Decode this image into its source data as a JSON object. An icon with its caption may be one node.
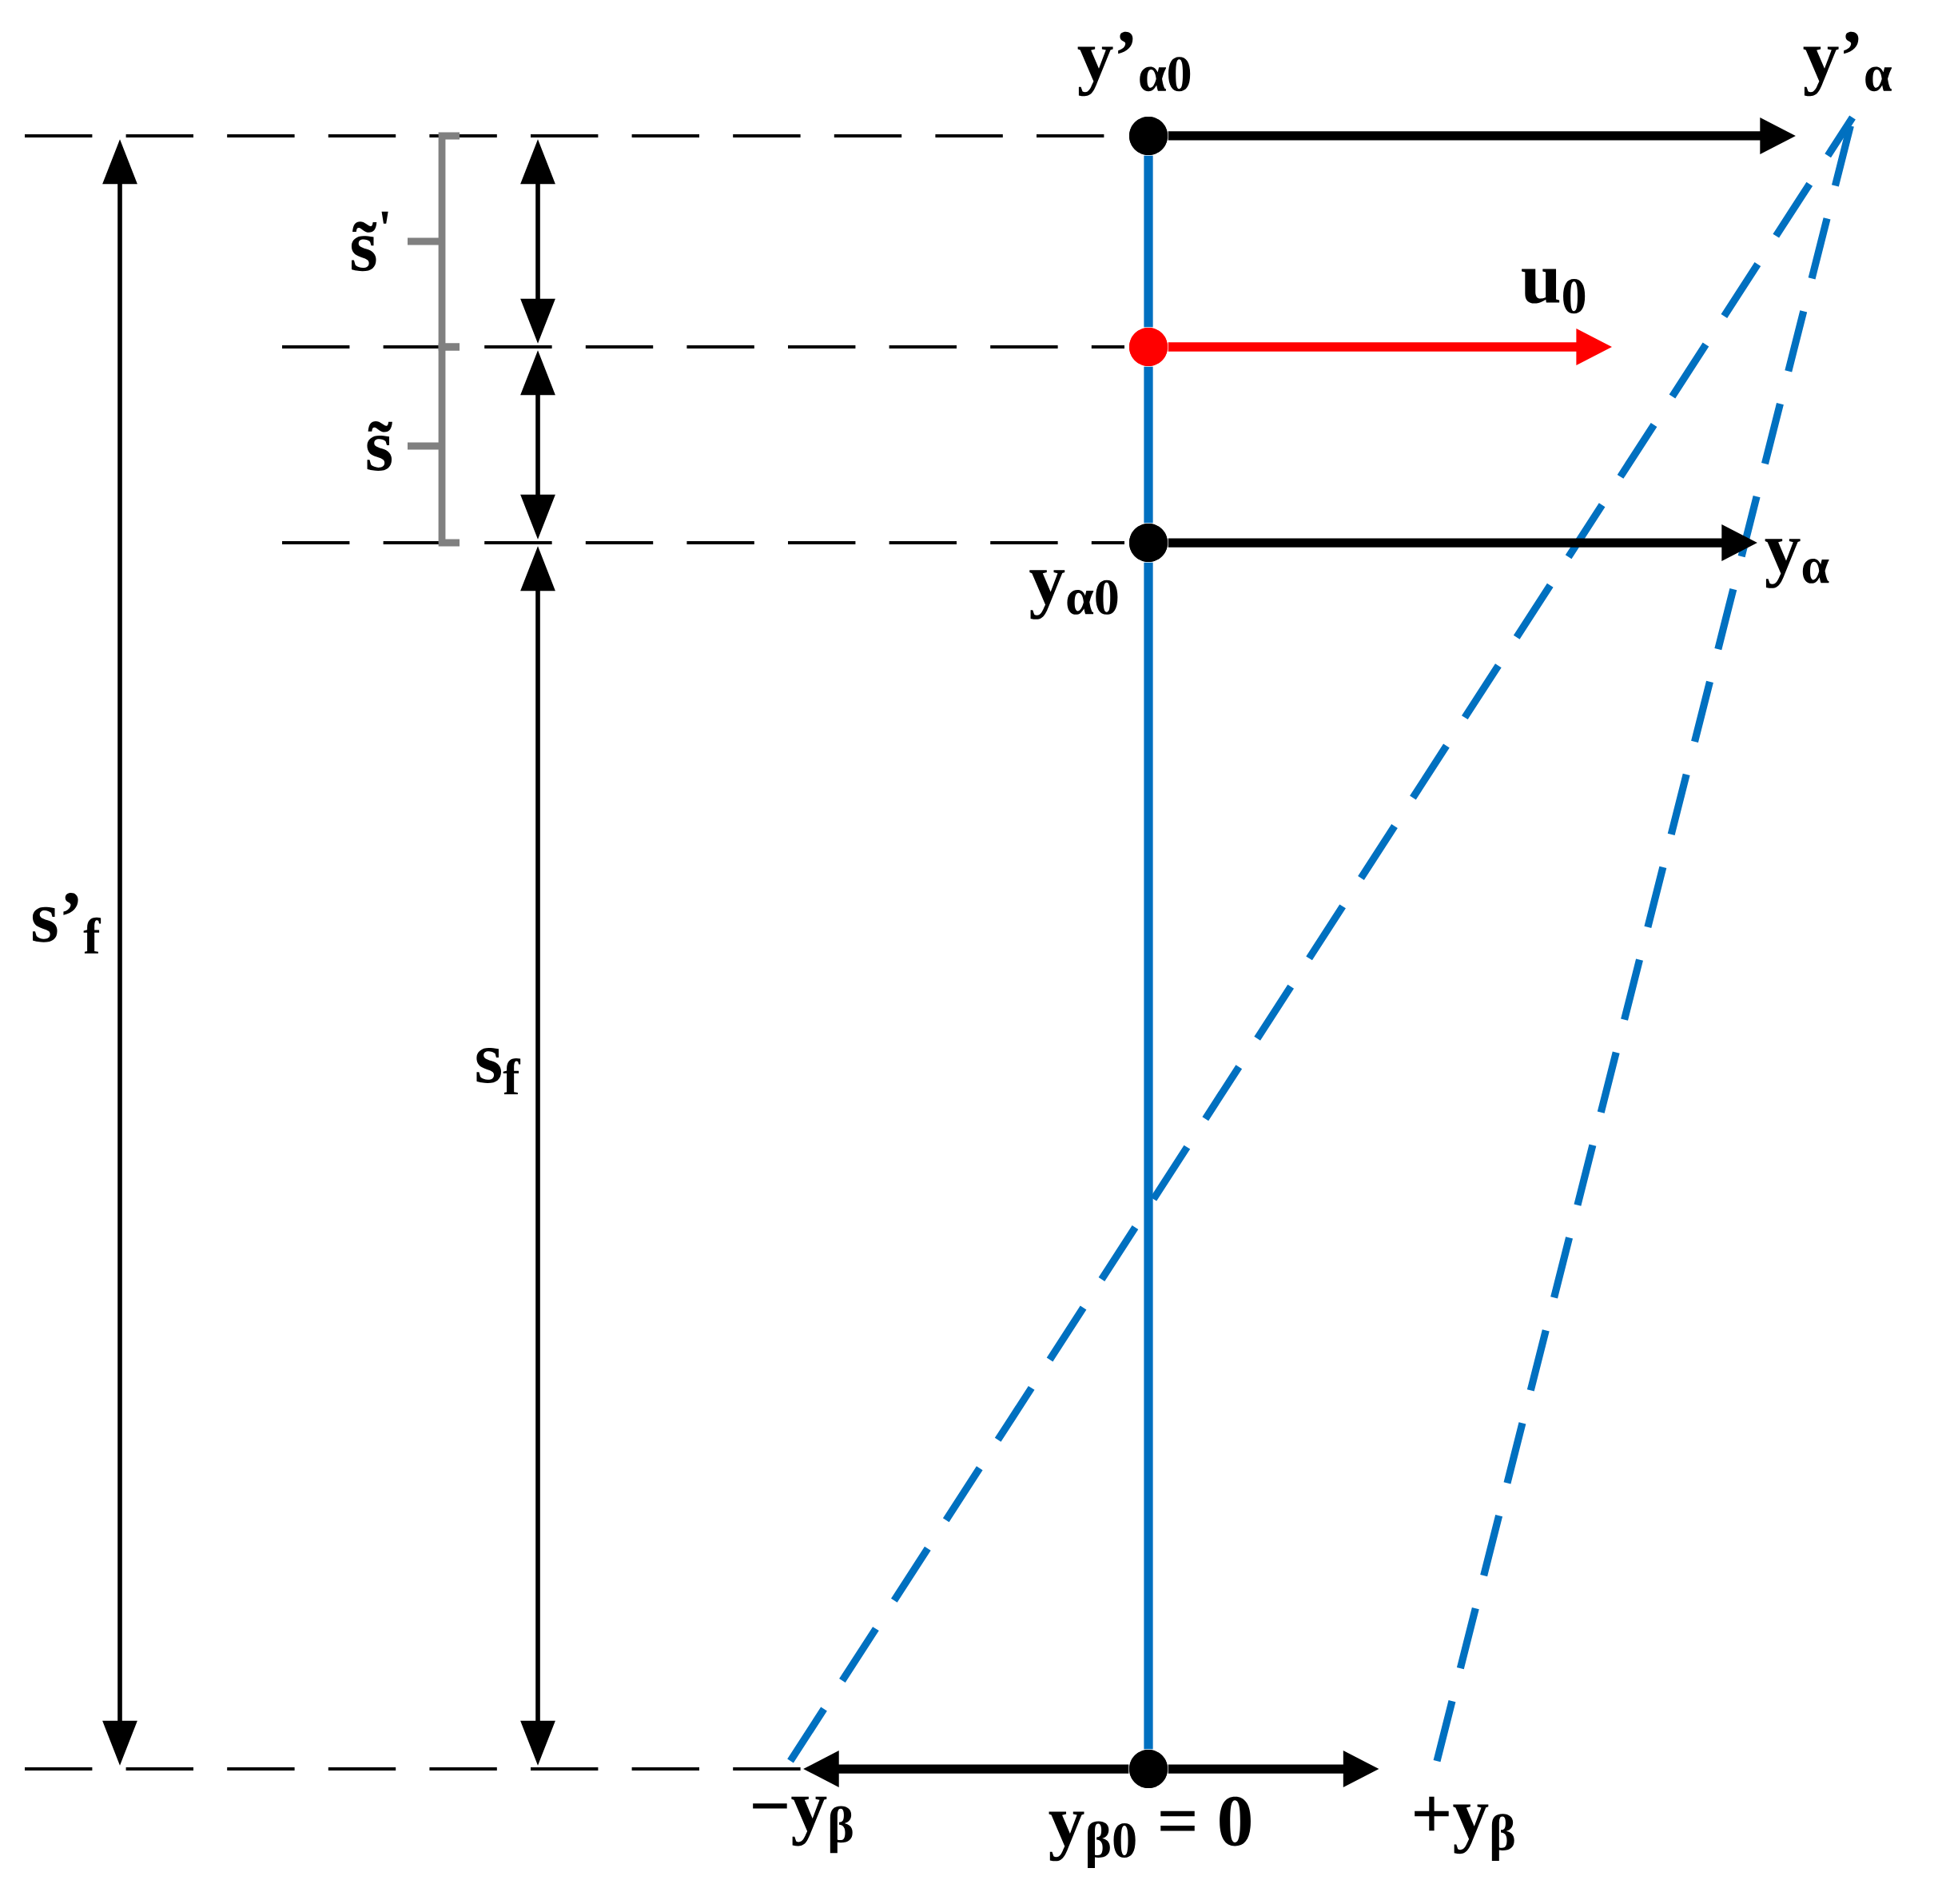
{
  "diagram": {
    "nodes": [
      {
        "text": [],
        "shape": "circle",
        "beside": [
          "y’$_{α0}$"
        ]
      },
      {
        "text": [],
        "shape": "circle"
      },
      {
        "text": [],
        "shape": "circle",
        "beside": [
          "y$_{α0}$"
        ]
      },
      {
        "text": [],
        "shape": "circle",
        "beside": [
          "y$_{β0}$ = 0"
        ]
      },
      {
        "text": [
          "y’$_{α}$"
        ]
      },
      {
        "text": [
          "u$_{0}$"
        ]
      },
      {
        "text": [
          "y$_{α}$"
        ]
      },
      {
        "text": [
          "−y$_{β}$"
        ]
      },
      {
        "text": [
          "+y$_{β}$"
        ]
      }
    ],
    "edges": [
      {
        "from": 0,
        "to": 4,
        "arrow": "to"
      },
      {
        "from": 1,
        "to": 5,
        "arrow": "to",
        "color": "#ff0000"
      },
      {
        "from": 2,
        "to": 6,
        "arrow": "to"
      },
      {
        "from": 3,
        "to": 7,
        "arrow": "to"
      },
      {
        "from": 3,
        "to": 8,
        "arrow": "to"
      },
      {
        "from": 0,
        "to": 1,
        "arrow": "none",
        "color": "#0070c0"
      },
      {
        "from": 1,
        "to": 2,
        "arrow": "none",
        "color": "#0070c0"
      },
      {
        "from": 2,
        "to": 3,
        "arrow": "none",
        "color": "#0070c0"
      }
    ],
    "labels": [
      "s̃$^{'}$",
      "s̃",
      "s’$_{f}$",
      "s$_{f}$"
    ]
  }
}
